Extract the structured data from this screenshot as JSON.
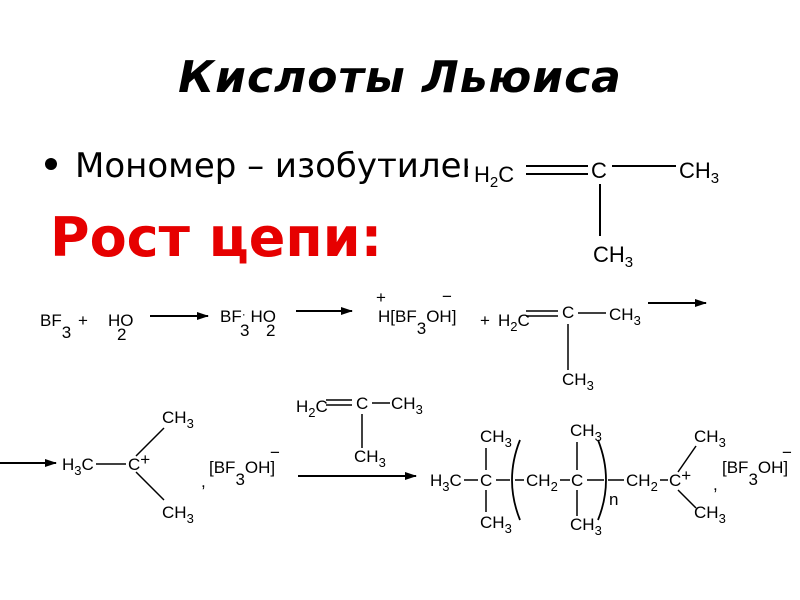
{
  "title": "Кислоты Льюиса",
  "bullet_text": "Мономер – изобутилен",
  "heading": "Рост цепи:",
  "chem": {
    "h2c": "H2C",
    "c": "C",
    "ch3": "CH3",
    "h3c": "H3C",
    "ch2": "CH2",
    "bf3": "BF3",
    "ho2": "HO2",
    "plus": "+",
    "minus": "−",
    "h_bf3oh": "H[BF3OH]",
    "bf3oh": "[BF3OH]",
    "comma": ",",
    "n": "n",
    "dot": "·"
  }
}
